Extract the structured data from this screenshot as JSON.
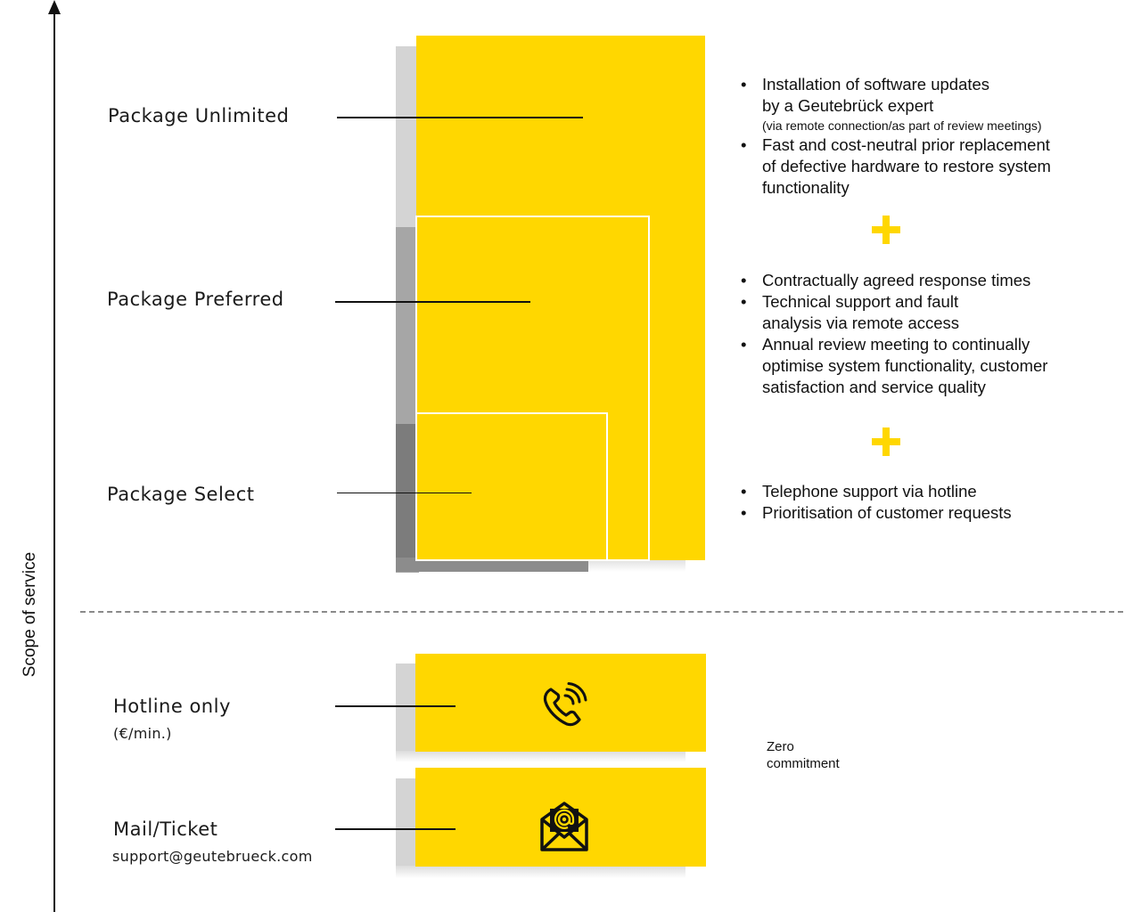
{
  "axis": {
    "label": "Scope of service"
  },
  "packages": {
    "unlimited": {
      "label": "Package Unlimited"
    },
    "preferred": {
      "label": "Package Preferred"
    },
    "select": {
      "label": "Package Select"
    }
  },
  "features": {
    "unlimited": {
      "item1_line1": "Installation of software updates",
      "item1_line2": "by a Geutebrück expert",
      "item1_note": "(via remote connection/as part of review meetings)",
      "item2_line1": "Fast and cost-neutral prior replacement",
      "item2_line2": "of defective hardware to restore system",
      "item2_line3": "functionality"
    },
    "preferred": {
      "item1": "Contractually agreed response times",
      "item2_line1": "Technical support and fault",
      "item2_line2": "analysis via remote access",
      "item3_line1": "Annual review meeting to continually",
      "item3_line2": "optimise system functionality, customer",
      "item3_line3": "satisfaction and service quality"
    },
    "select": {
      "item1": "Telephone support via hotline",
      "item2": "Prioritisation of customer requests"
    }
  },
  "hotline": {
    "label": "Hotline only",
    "sublabel": "(€/min.)",
    "icon": "phone-icon"
  },
  "mail": {
    "label": "Mail/Ticket",
    "sublabel": "support@geutebrueck.com",
    "icon": "envelope-at-icon"
  },
  "zero_commitment": {
    "line1": "Zero",
    "line2": "commitment"
  },
  "colors": {
    "accent": "#FFD700",
    "shadow_light": "#d0d0d0",
    "shadow_mid": "#a0a0a0",
    "shadow_dark": "#7a7a7a",
    "divider": "#8a8a8a"
  }
}
